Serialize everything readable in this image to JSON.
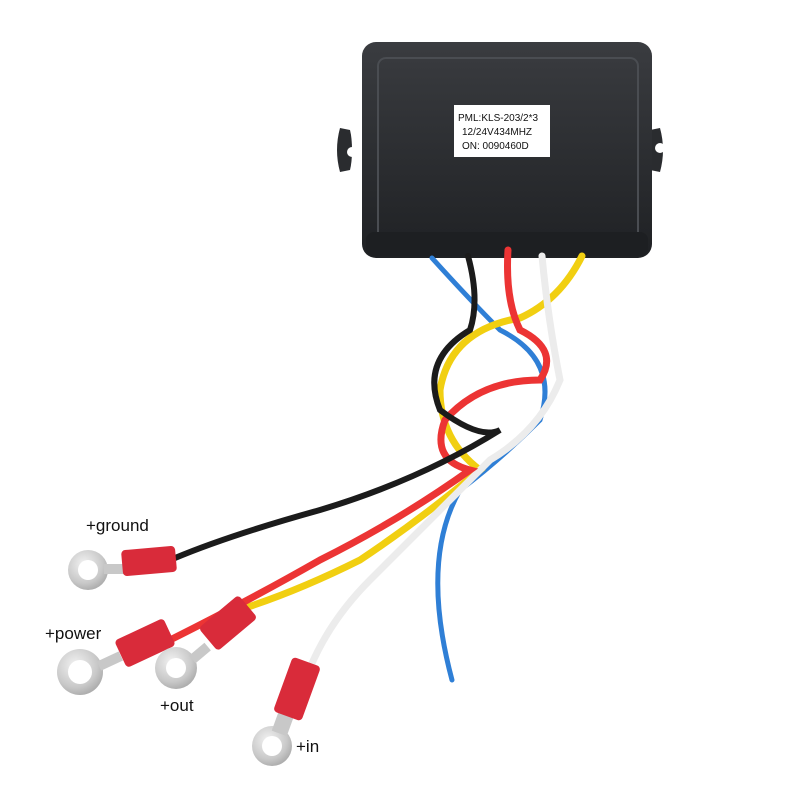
{
  "product": {
    "sticker_lines": [
      "PML:KLS-203/2*3",
      "12/24V434MHZ",
      "ON: 0090460D"
    ]
  },
  "wire_labels": {
    "ground": "+ground",
    "power": "+power",
    "out": "+out",
    "in": "+in"
  },
  "colors": {
    "housing": "#2a2c2f",
    "wire_blue": "#2f7fd6",
    "wire_black": "#1b1b1b",
    "wire_red": "#ec3434",
    "wire_white": "#ececec",
    "wire_yellow": "#f1cf11",
    "terminal_red": "#d92b3a",
    "ring_metal": "#c8c8c8"
  }
}
